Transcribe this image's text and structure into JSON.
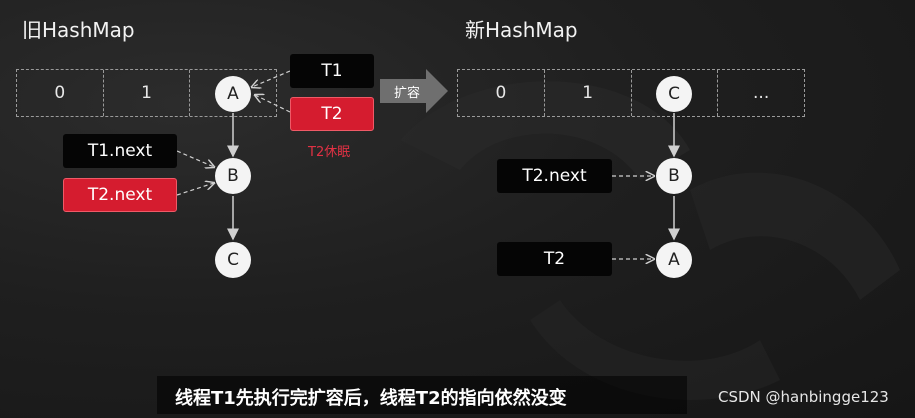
{
  "old_map": {
    "title": "旧HashMap",
    "slots": [
      "0",
      "1"
    ],
    "nodes": [
      "A",
      "B",
      "C"
    ]
  },
  "new_map": {
    "title": "新HashMap",
    "slots": [
      "0",
      "1",
      "..."
    ],
    "nodes": [
      "C",
      "B",
      "A"
    ]
  },
  "threads": {
    "t1": "T1",
    "t2": "T2",
    "t2_sleep": "T2休眠",
    "t1_next": "T1.next",
    "t2_next_old": "T2.next",
    "t2_next_new": "T2.next",
    "t2_new": "T2"
  },
  "expand_label": "扩容",
  "caption": "线程T1先执行完扩容后，线程T2的指向依然没变",
  "watermark": "CSDN @hanbingge123",
  "colors": {
    "background": "#1a1a1a",
    "node": "#f4f4f4",
    "tag_black": "#050505",
    "tag_red": "#d51c2f",
    "note_red": "#e23144"
  }
}
